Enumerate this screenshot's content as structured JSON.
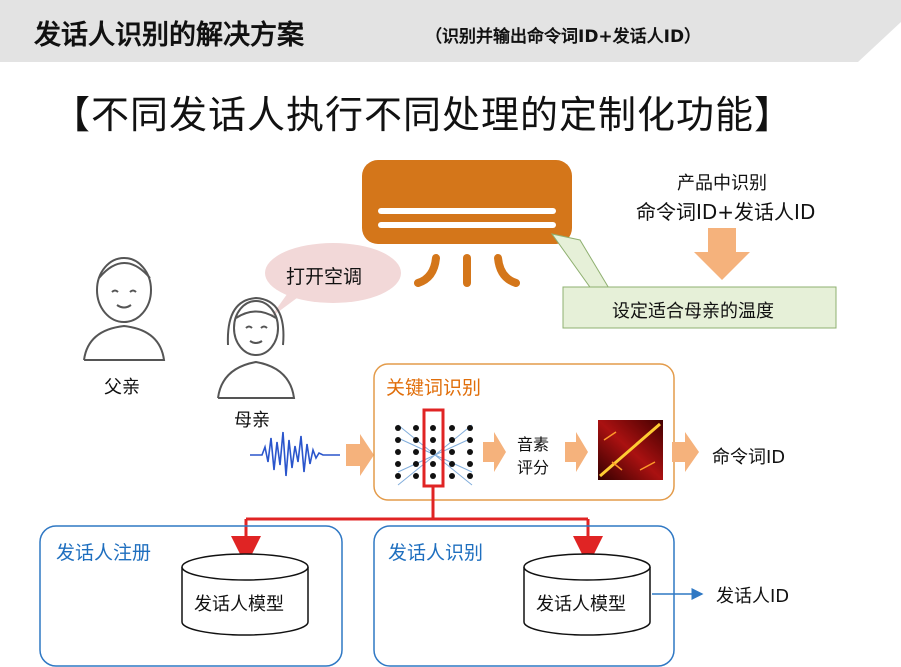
{
  "title": "发话人识别的解决方案",
  "title_note": "（识别并输出命令词ID+发话人ID）",
  "subtitle": "【不同发话人执行不同处理的定制化功能】",
  "bubble": "打开空调",
  "product": {
    "line1": "产品中识别",
    "line2": "命令词ID+发话人ID"
  },
  "result_box": "设定适合母亲的温度",
  "people": {
    "father": "父亲",
    "mother": "母亲"
  },
  "keyword_box": {
    "title": "关键词识别",
    "score_line1": "音素",
    "score_line2": "评分",
    "output": "命令词ID"
  },
  "registration": {
    "title": "发话人注册",
    "model": "发话人模型"
  },
  "recognition": {
    "title": "发话人识别",
    "model": "发话人模型",
    "output": "发话人ID"
  },
  "colors": {
    "title_bar": "#e3e3e3",
    "accent_orange": "#d4761a",
    "arrow_orange": "#f5b27c",
    "accent_blue": "#2f78c4",
    "accent_red": "#e02424",
    "result_fill": "#e6f0d8",
    "bubble_fill": "#f2d8d8"
  }
}
